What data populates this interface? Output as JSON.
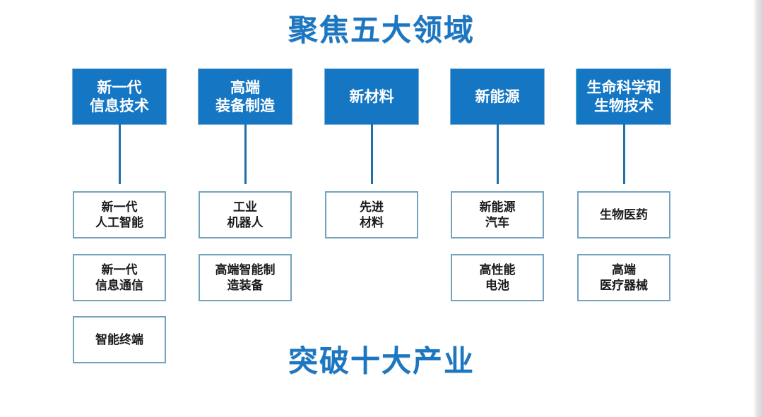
{
  "titles": {
    "top": "聚焦五大领域",
    "bottom": "突破十大产业",
    "accent_color": "#1c76c0"
  },
  "colors": {
    "head_box_fill": "#1577c4",
    "head_box_text": "#ffffff",
    "leaf_box_border": "#73a3bd",
    "leaf_box_text": "#1a1a1a",
    "connector_line": "#1f6fa8",
    "background": "#ffffff"
  },
  "columns": [
    {
      "head": "新一代\n信息技术",
      "head_line1": "新一代",
      "head_line2": "信息技术",
      "leaves": [
        {
          "line1": "新一代",
          "line2": "人工智能"
        },
        {
          "line1": "新一代",
          "line2": "信息通信"
        },
        {
          "line1": "智能终端",
          "line2": ""
        }
      ]
    },
    {
      "head": "高端\n装备制造",
      "head_line1": "高端",
      "head_line2": "装备制造",
      "leaves": [
        {
          "line1": "工业",
          "line2": "机器人"
        },
        {
          "line1": "高端智能制",
          "line2": "造装备"
        }
      ]
    },
    {
      "head": "新材料",
      "head_line1": "新材料",
      "head_line2": "",
      "leaves": [
        {
          "line1": "先进",
          "line2": "材料"
        }
      ]
    },
    {
      "head": "新能源",
      "head_line1": "新能源",
      "head_line2": "",
      "leaves": [
        {
          "line1": "新能源",
          "line2": "汽车"
        },
        {
          "line1": "高性能",
          "line2": "电池"
        }
      ]
    },
    {
      "head": "生命科学和\n生物技术",
      "head_line1": "生命科学和",
      "head_line2": "生物技术",
      "leaves": [
        {
          "line1": "生物医药",
          "line2": ""
        },
        {
          "line1": "高端",
          "line2": "医疗器械"
        }
      ]
    }
  ]
}
